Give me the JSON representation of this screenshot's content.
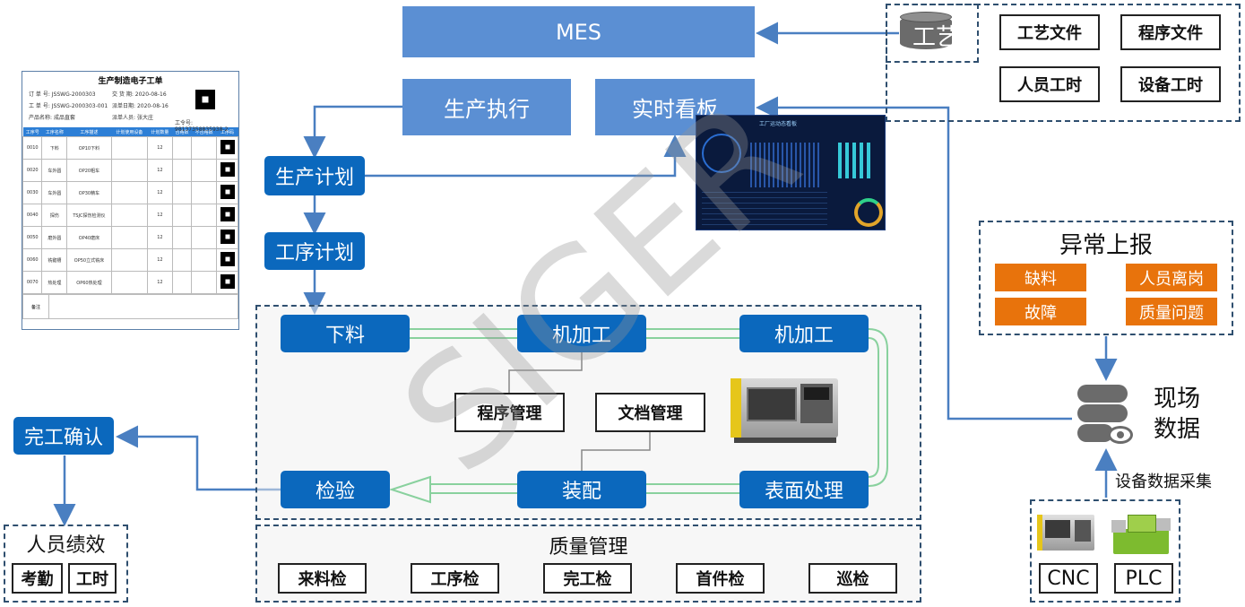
{
  "mes": "MES",
  "exec": "生产执行",
  "board": "实时看板",
  "plan": "生产计划",
  "process_plan": "工序计划",
  "craft": {
    "db_label": "工艺",
    "files": [
      "工艺文件",
      "程序文件",
      "人员工时",
      "设备工时"
    ]
  },
  "work_order": {
    "title": "生产制造电子工单",
    "order_no_label": "订 单 号:",
    "order_no": "JSSWG-2000303",
    "delivery_label": "交 货 期:",
    "delivery": "2020-08-16",
    "ticket_no_label": "工 单 号:",
    "ticket_no": "JSSWG-2000303-001",
    "issue_date_label": "派单日期:",
    "issue_date": "2020-08-16",
    "product_label": "产品名称:",
    "product": "成品直套",
    "dispatcher_label": "派单人员:",
    "dispatcher": "张大庄",
    "workno_label": "工令号:",
    "workno": "98137358835938-2",
    "headers": [
      "工序号",
      "工序名称",
      "工序描述",
      "计划使用设备",
      "计划数量",
      "合格数",
      "不合格数",
      "工序码"
    ],
    "rows": [
      [
        "0010",
        "下料",
        "OP10下料",
        "",
        "12"
      ],
      [
        "0020",
        "车外圆",
        "OP20粗车",
        "",
        "12"
      ],
      [
        "0030",
        "车外圆",
        "OP30精车",
        "",
        "12"
      ],
      [
        "0040",
        "探伤",
        "TSJC探伤检测仪",
        "",
        "12"
      ],
      [
        "0050",
        "磨外圆",
        "OP40磨床",
        "",
        "12"
      ],
      [
        "0060",
        "铣键槽",
        "OP50立式铣床",
        "",
        "12"
      ],
      [
        "0070",
        "热处理",
        "OP60热处理",
        "",
        "12"
      ]
    ],
    "remark_label": "备注"
  },
  "dashboard_title": "工厂运动态看板",
  "flow": {
    "blanking": "下料",
    "machining1": "机加工",
    "machining2": "机加工",
    "program_mgmt": "程序管理",
    "doc_mgmt": "文档管理",
    "inspection": "检验",
    "assembly": "装配",
    "surface": "表面处理"
  },
  "completion": "完工确认",
  "performance": {
    "title": "人员绩效",
    "items": [
      "考勤",
      "工时"
    ]
  },
  "quality": {
    "title": "质量管理",
    "items": [
      "来料检",
      "工序检",
      "完工检",
      "首件检",
      "巡检"
    ]
  },
  "exception": {
    "title": "异常上报",
    "items": [
      "缺料",
      "人员离岗",
      "故障",
      "质量问题"
    ]
  },
  "field_data": {
    "line1": "现场",
    "line2": "数据"
  },
  "collection_label": "设备数据采集",
  "devices": [
    "CNC",
    "PLC"
  ],
  "watermark": "SIGER",
  "colors": {
    "light_blue": "#5b8fd3",
    "dark_blue": "#0b68bd",
    "orange": "#e8730c",
    "arrow_blue": "#4a7fc1",
    "flow_green": "#22b24c"
  }
}
